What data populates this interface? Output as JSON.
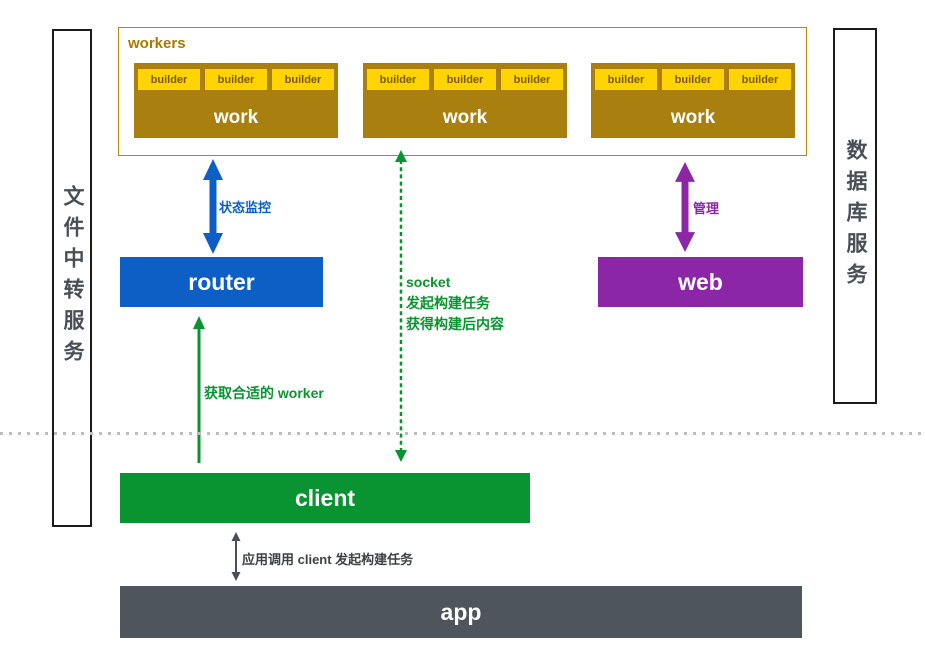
{
  "colors": {
    "gold": "#ffd400",
    "dark_gold": "#a97f10",
    "goldenrod": "#a67c00",
    "blue": "#0d5fc5",
    "purple": "#8b27a7",
    "green": "#0a9431",
    "slate": "#4e555d",
    "arrow_gray": "#4a4f55",
    "panel_text": "#494f57",
    "dotted_gray": "#bdbdbd",
    "builder_text": "#7a5800"
  },
  "side_panels": {
    "left": "文件中转服务",
    "right": "数据库服务"
  },
  "workers_box": {
    "title": "workers",
    "groups": [
      {
        "label": "work",
        "builders": [
          "builder",
          "builder",
          "builder"
        ]
      },
      {
        "label": "work",
        "builders": [
          "builder",
          "builder",
          "builder"
        ]
      },
      {
        "label": "work",
        "builders": [
          "builder",
          "builder",
          "builder"
        ]
      }
    ]
  },
  "nodes": {
    "router": "router",
    "web": "web",
    "client": "client",
    "app": "app"
  },
  "annotations": {
    "status_monitor": "状态监控",
    "manage": "管理",
    "socket_title": "socket",
    "socket_line1": "发起构建任务",
    "socket_line2": "获得构建后内容",
    "get_worker": "获取合适的 worker",
    "app_call": "应用调用 client 发起构建任务"
  }
}
